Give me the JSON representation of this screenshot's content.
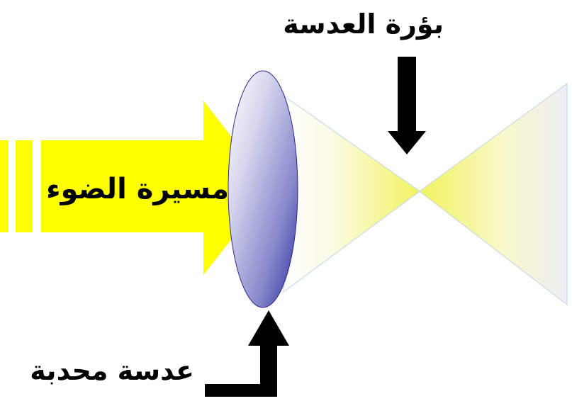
{
  "labels": {
    "light_path": "مسيرة الضوء",
    "lens_focus": "بؤرة العدسة",
    "convex_lens": "عدسة محدبة"
  },
  "colors": {
    "light": "#ffff00",
    "lens_light": "#e8e8f4",
    "lens_dark": "#3a3aa8",
    "arrow": "#000000",
    "background": "#ffffff"
  }
}
